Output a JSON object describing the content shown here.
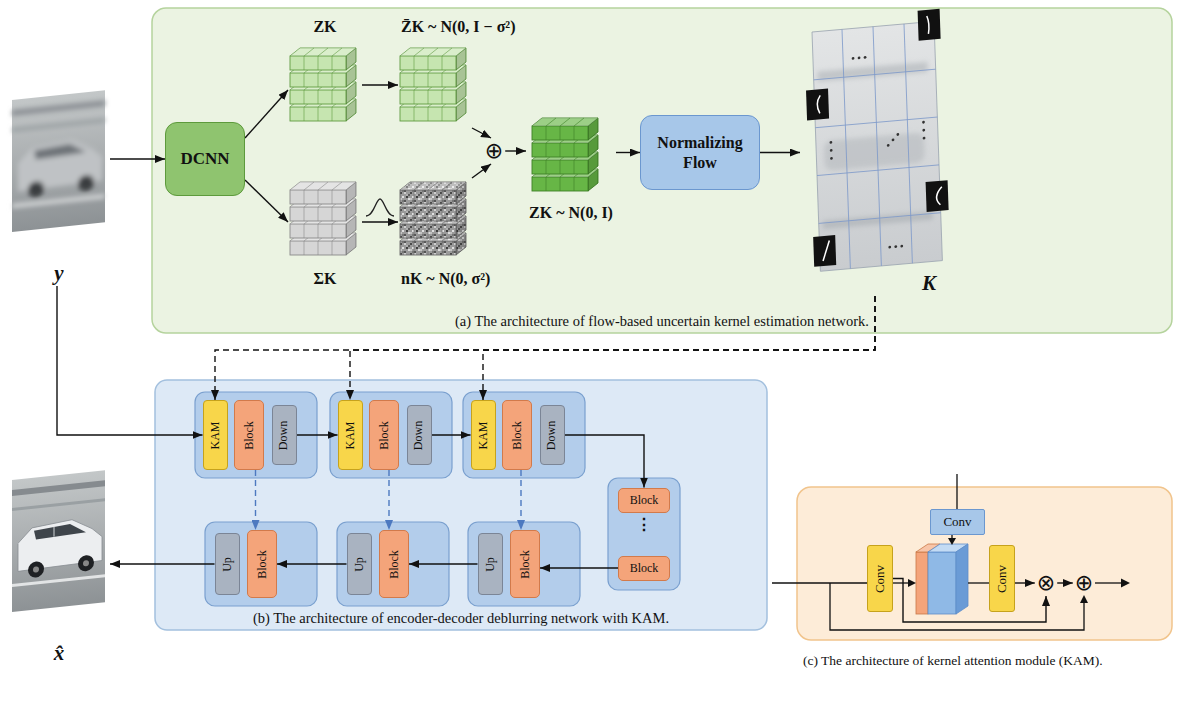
{
  "diagram": {
    "nodes": [
      {
        "text": [
          "y"
        ]
      },
      {
        "text": [
          "(a) The architecture of flow-based uncertain kernel estimation network."
        ]
      },
      {
        "text": [
          "DCNN"
        ],
        "in": 1
      },
      {
        "text": [
          "ZK"
        ],
        "in": 1
      },
      {
        "text": [
          "Z̄K ~ N(0, I − σ²)"
        ],
        "in": 1
      },
      {
        "text": [
          "ΣK"
        ],
        "in": 1
      },
      {
        "text": [
          "nK ~ N(0, σ²)"
        ],
        "in": 1
      },
      {
        "text": [
          "⊕"
        ],
        "in": 1
      },
      {
        "text": [
          "ZK ~ N(0, I)"
        ],
        "in": 1
      },
      {
        "text": [
          "Normalizing Flow"
        ],
        "in": 1
      },
      {
        "text": [
          "K"
        ],
        "in": 1
      },
      {
        "text": [
          "(b) The architecture of encoder-decoder deblurring network with KAM."
        ]
      },
      {
        "text": [
          "KAM"
        ],
        "in": 11
      },
      {
        "text": [
          "Block"
        ],
        "in": 11
      },
      {
        "text": [
          "Down"
        ],
        "in": 11
      },
      {
        "text": [
          "KAM"
        ],
        "in": 11
      },
      {
        "text": [
          "Block"
        ],
        "in": 11
      },
      {
        "text": [
          "Down"
        ],
        "in": 11
      },
      {
        "text": [
          "KAM"
        ],
        "in": 11
      },
      {
        "text": [
          "Block"
        ],
        "in": 11
      },
      {
        "text": [
          "Down"
        ],
        "in": 11
      },
      {
        "text": [
          "Block"
        ],
        "in": 11
      },
      {
        "text": [
          "Block"
        ],
        "in": 11
      },
      {
        "text": [
          "Up"
        ],
        "in": 11
      },
      {
        "text": [
          "Block"
        ],
        "in": 11
      },
      {
        "text": [
          "Up"
        ],
        "in": 11
      },
      {
        "text": [
          "Block"
        ],
        "in": 11
      },
      {
        "text": [
          "Up"
        ],
        "in": 11
      },
      {
        "text": [
          "Block"
        ],
        "in": 11
      },
      {
        "text": [
          "x̂"
        ]
      },
      {
        "text": [
          "(c) The architecture of kernel attention module (KAM)."
        ]
      },
      {
        "text": [
          "Conv"
        ],
        "in": 30
      },
      {
        "text": [
          "Conv"
        ],
        "in": 30
      },
      {
        "text": [
          "Conv"
        ],
        "in": 30
      },
      {
        "text": [
          "⊗"
        ],
        "in": 30
      },
      {
        "text": [
          "⊕"
        ],
        "in": 30
      }
    ],
    "edges": [
      {
        "from": 0,
        "to": 2,
        "arrow": "to"
      },
      {
        "from": 2,
        "to": 3,
        "arrow": "to"
      },
      {
        "from": 2,
        "to": 5,
        "arrow": "to"
      },
      {
        "from": 3,
        "to": 4,
        "arrow": "to"
      },
      {
        "from": 5,
        "to": 6,
        "arrow": "to"
      },
      {
        "from": 4,
        "to": 7,
        "arrow": "to"
      },
      {
        "from": 6,
        "to": 7,
        "arrow": "to"
      },
      {
        "from": 7,
        "to": 8,
        "arrow": "to"
      },
      {
        "from": 8,
        "to": 9,
        "arrow": "to"
      },
      {
        "from": 9,
        "to": 10,
        "arrow": "to"
      },
      {
        "from": 10,
        "to": 12,
        "arrow": "to"
      },
      {
        "from": 10,
        "to": 15,
        "arrow": "to"
      },
      {
        "from": 10,
        "to": 18,
        "arrow": "to"
      },
      {
        "from": 0,
        "to": 12,
        "arrow": "to"
      },
      {
        "from": 14,
        "to": 15,
        "arrow": "to"
      },
      {
        "from": 17,
        "to": 18,
        "arrow": "to"
      },
      {
        "from": 20,
        "to": 21,
        "arrow": "to"
      },
      {
        "from": 22,
        "to": 28,
        "arrow": "to"
      },
      {
        "from": 27,
        "to": 26,
        "arrow": "to"
      },
      {
        "from": 25,
        "to": 24,
        "arrow": "to"
      },
      {
        "from": 23,
        "to": 29,
        "arrow": "to"
      },
      {
        "from": 13,
        "to": 24,
        "arrow": "to"
      },
      {
        "from": 16,
        "to": 26,
        "arrow": "to"
      },
      {
        "from": 19,
        "to": 28,
        "arrow": "to"
      },
      {
        "from": 32,
        "to": 34,
        "arrow": "to"
      },
      {
        "from": 33,
        "to": 34,
        "arrow": "to"
      },
      {
        "from": 34,
        "to": 35,
        "arrow": "to"
      }
    ],
    "labels": [
      "⋮"
    ]
  }
}
